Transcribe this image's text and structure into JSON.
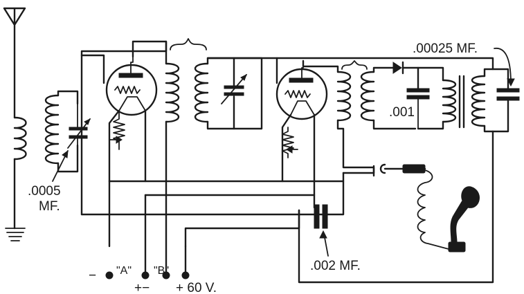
{
  "labels": {
    "cap_top_right": ".00025 MF.",
    "cap_left_value": ".0005",
    "cap_left_unit": "MF.",
    "cap_mid": ".001",
    "cap_bottom": ".002 MF.",
    "term_minus_left": "−",
    "term_a": "\"A\"",
    "term_b": "\"B\"",
    "term_plus_minus": "+−",
    "term_plus_60v": "+ 60 V."
  }
}
